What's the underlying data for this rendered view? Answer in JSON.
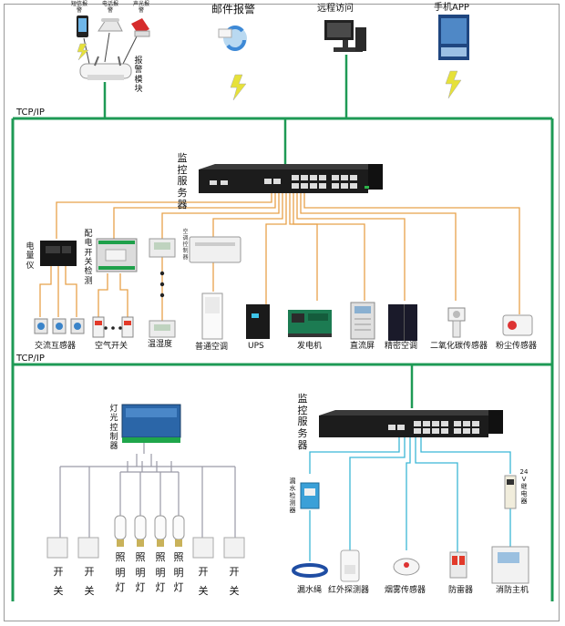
{
  "top": {
    "alarm_sms": "短信报警",
    "alarm_phone": "电话报警",
    "alarm_sound_light": "声光报警",
    "alarm_module": "报警模块",
    "email_alarm": "邮件报警",
    "remote_access": "远程访问",
    "mobile_app": "手机APP",
    "tcp_ip": "TCP/IP"
  },
  "middle": {
    "server": "监控服务器",
    "meter": "电量仪",
    "switch_detect": "配电开关检测",
    "ac_controller": "空调控制器",
    "ct": "交流互感器",
    "air_switch": "空气开关",
    "temp_humidity": "温湿度",
    "ordinary_ac": "普通空调",
    "ups": "UPS",
    "generator": "发电机",
    "dc_panel": "直流屏",
    "precision_ac": "精密空调",
    "co2_sensor": "二氧化碳传感器",
    "dust_sensor": "粉尘传感器"
  },
  "bottom": {
    "tcp_ip": "TCP/IP",
    "light_controller": "灯光控制器",
    "switch1": "开关",
    "switch2": "开关",
    "lamp1": "照明灯",
    "lamp2": "照明灯",
    "lamp3": "照明灯",
    "lamp4": "照明灯",
    "switch3": "开关",
    "switch4": "开关",
    "server": "监控服务器",
    "leak_detector": "漏水检测器",
    "relay": "24V继电器",
    "leak_rope": "漏水绳",
    "infrared": "红外探测器",
    "smoke": "烟雾传感器",
    "lightning": "防雷器",
    "fire_host": "消防主机"
  },
  "colors": {
    "bus": "#1e9a55",
    "orange": "#e8a24a",
    "gray": "#9a9aa6",
    "cyan": "#3bb6d6"
  }
}
